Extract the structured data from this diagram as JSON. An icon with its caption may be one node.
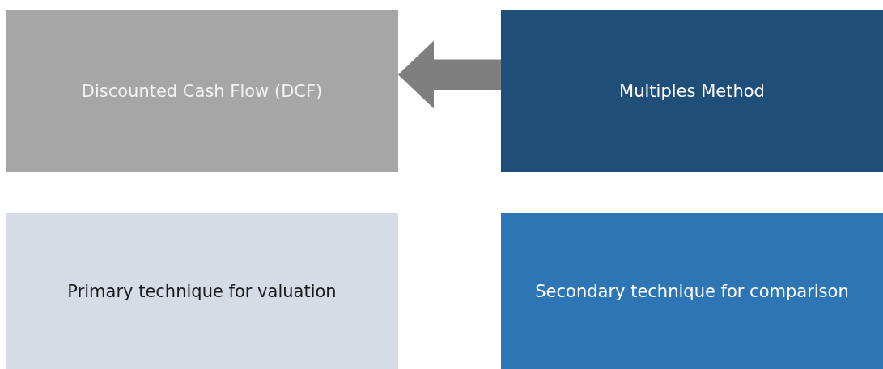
{
  "diagram": {
    "nodes": [
      {
        "text": [
          "Discounted Cash Flow (DCF)"
        ]
      },
      {
        "text": [
          "Multiples Method"
        ]
      },
      {
        "text": [
          "Primary technique for valuation"
        ]
      },
      {
        "text": [
          "Secondary technique for comparison"
        ]
      }
    ],
    "edges": [
      {
        "from": 1,
        "to": 0,
        "arrow": "to",
        "style": "thick",
        "color": "#7f7f7f"
      }
    ]
  }
}
